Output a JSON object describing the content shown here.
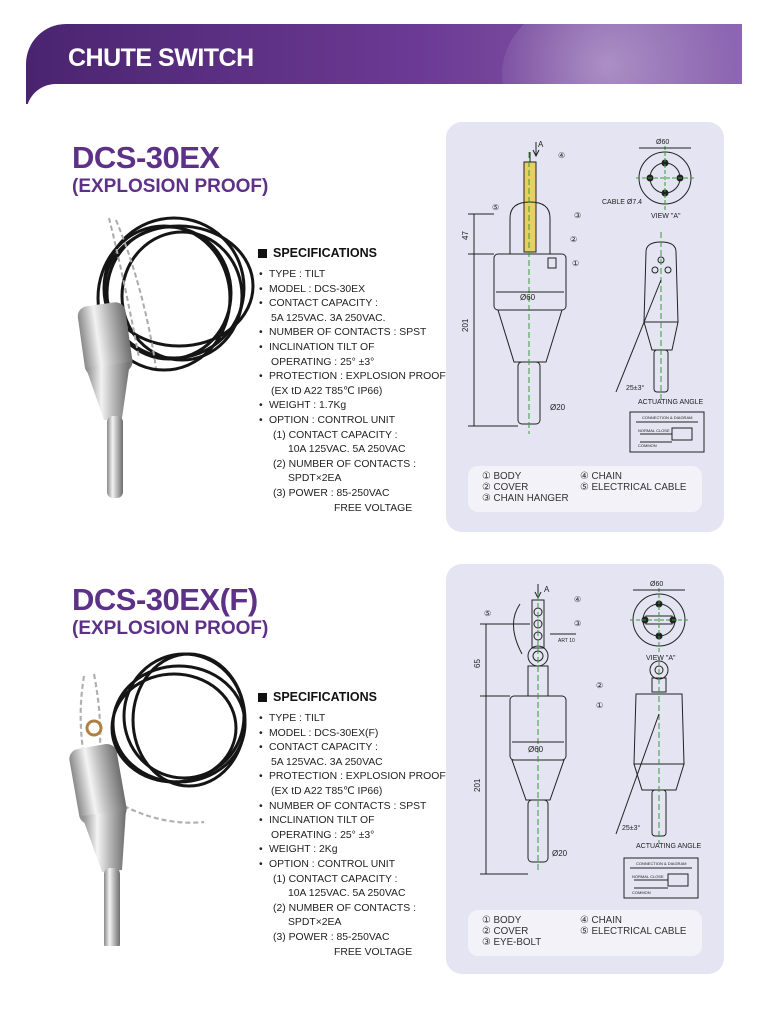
{
  "header": {
    "title": "CHUTE SWITCH"
  },
  "products": [
    {
      "model": "DCS-30EX",
      "subtitle": "(EXPLOSION PROOF)",
      "spec_title": "SPECIFICATIONS",
      "specs": [
        "TYPE : TILT",
        "MODEL : DCS-30EX",
        "CONTACT CAPACITY :",
        "5A 125VAC. 3A 250VAC.",
        "NUMBER OF CONTACTS : SPST",
        "INCLINATION TILT OF",
        "OPERATING : 25° ±3°",
        "PROTECTION : EXPLOSION PROOF",
        "(EX tD A22 T85℃ IP66)",
        "WEIGHT : 1.7Kg",
        "OPTION : CONTROL UNIT",
        "(1) CONTACT CAPACITY :",
        "10A 125VAC. 5A 250VAC",
        "(2) NUMBER OF CONTACTS :",
        "SPDT×2EA",
        "(3) POWER : 85-250VAC",
        "FREE VOLTAGE"
      ],
      "drawing": {
        "arrow_label": "A",
        "dim_top": "47",
        "dim_body": "201",
        "dia_body": "Ø60",
        "dia_shaft": "Ø20",
        "dia_top_view": "Ø60",
        "cable_label": "CABLE Ø7.4",
        "view_label": "VIEW \"A\"",
        "angle_label": "25±3°",
        "actuating_label": "ACTUATING ANGLE",
        "diagram_title": "CONNECTION & DIAGRAM",
        "diagram_no": "NORMAL CLOSE",
        "diagram_com": "COMMON",
        "callouts": [
          "①",
          "②",
          "③",
          "④",
          "⑤"
        ]
      },
      "legend": [
        [
          "① BODY",
          "④ CHAIN"
        ],
        [
          "② COVER",
          "⑤ ELECTRICAL CABLE"
        ],
        [
          "③ CHAIN HANGER",
          ""
        ]
      ]
    },
    {
      "model": "DCS-30EX(F)",
      "subtitle": "(EXPLOSION PROOF)",
      "spec_title": "SPECIFICATIONS",
      "specs": [
        "TYPE : TILT",
        "MODEL : DCS-30EX(F)",
        "CONTACT CAPACITY :",
        "5A 125VAC. 3A 250VAC",
        "PROTECTION : EXPLOSION PROOF",
        "(EX tD A22 T85℃ IP66)",
        "NUMBER OF CONTACTS : SPST",
        "INCLINATION TILT OF",
        "OPERATING : 25° ±3°",
        "WEIGHT : 2Kg",
        "OPTION : CONTROL UNIT",
        "(1) CONTACT CAPACITY :",
        "10A 125VAC. 5A 250VAC",
        "(2) NUMBER OF CONTACTS :",
        "SPDT×2EA",
        "(3) POWER : 85-250VAC",
        "FREE VOLTAGE"
      ],
      "drawing": {
        "arrow_label": "A",
        "dim_top": "65",
        "dim_body": "201",
        "dia_body": "Ø60",
        "dia_shaft": "Ø20",
        "dia_top_view": "Ø60",
        "bolt_label": "ART 10",
        "view_label": "VIEW \"A\"",
        "angle_label": "25±3°",
        "actuating_label": "ACTUATING ANGLE",
        "diagram_title": "CONNECTION & DIAGRAM",
        "diagram_no": "NORMAL CLOSE",
        "diagram_com": "COMMON",
        "callouts": [
          "①",
          "②",
          "③",
          "④",
          "⑤"
        ]
      },
      "legend": [
        [
          "① BODY",
          "④ CHAIN"
        ],
        [
          "② COVER",
          "⑤ ELECTRICAL CABLE"
        ],
        [
          "③ EYE-BOLT",
          ""
        ]
      ]
    }
  ]
}
